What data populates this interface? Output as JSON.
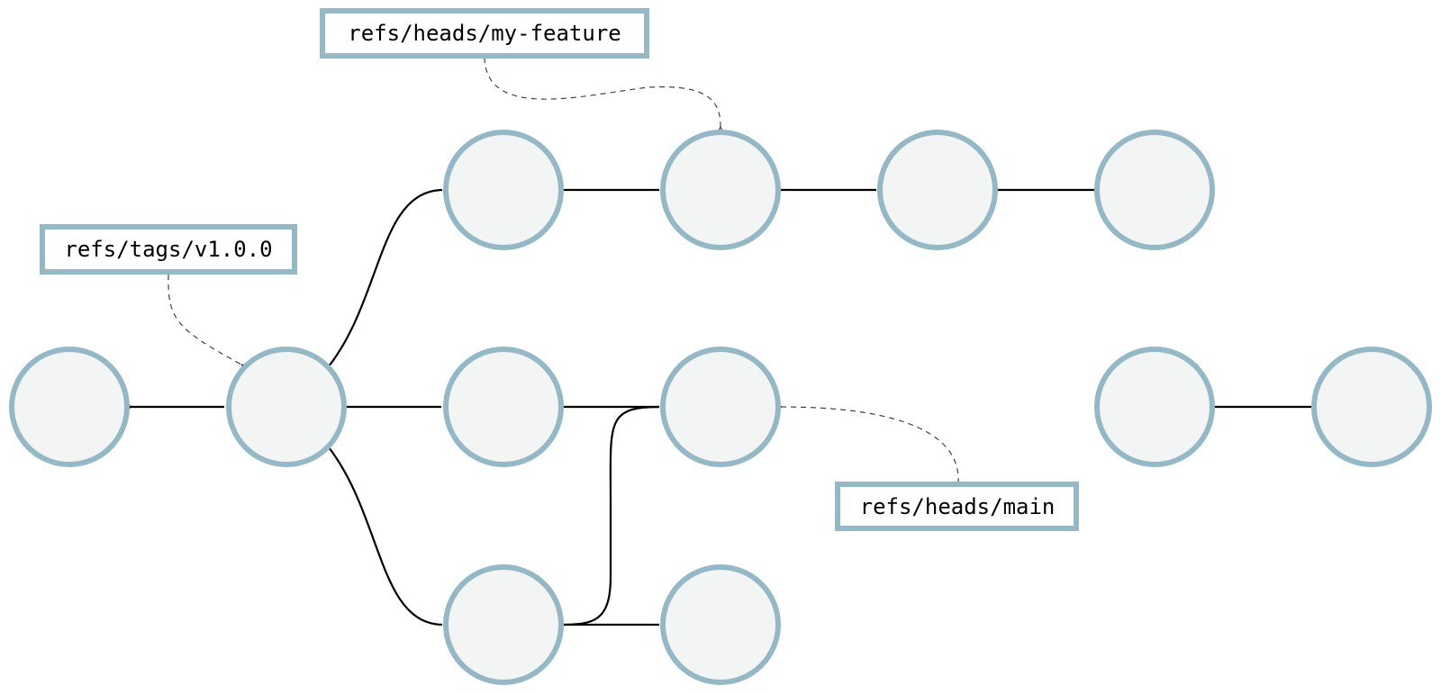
{
  "diagram": {
    "type": "git-commit-graph",
    "refs": [
      {
        "id": "ref-feature",
        "label": "refs/heads/my-feature",
        "target": "c5"
      },
      {
        "id": "ref-tag",
        "label": "refs/tags/v1.0.0",
        "target": "c2"
      },
      {
        "id": "ref-main",
        "label": "refs/heads/main",
        "target": "c4"
      }
    ],
    "commits": [
      "c1",
      "c2",
      "c3",
      "c4",
      "c5",
      "c6",
      "c7",
      "c8",
      "c9",
      "c10",
      "c11"
    ],
    "edges": [
      {
        "from": "c2",
        "to": "c1"
      },
      {
        "from": "c3",
        "to": "c2"
      },
      {
        "from": "c4",
        "to": "c3"
      },
      {
        "from": "c6",
        "to": "c2"
      },
      {
        "from": "c5",
        "to": "c6"
      },
      {
        "from": "c7",
        "to": "c5"
      },
      {
        "from": "c8",
        "to": "c7"
      },
      {
        "from": "c9",
        "to": "c2"
      },
      {
        "from": "c4",
        "to": "c9"
      },
      {
        "from": "c10",
        "to": "c9"
      },
      {
        "from": "c11",
        "to": "c12"
      }
    ]
  },
  "colors": {
    "node_fill": "#f3f4f4",
    "node_stroke": "#93b8c6",
    "edge": "#000000"
  }
}
